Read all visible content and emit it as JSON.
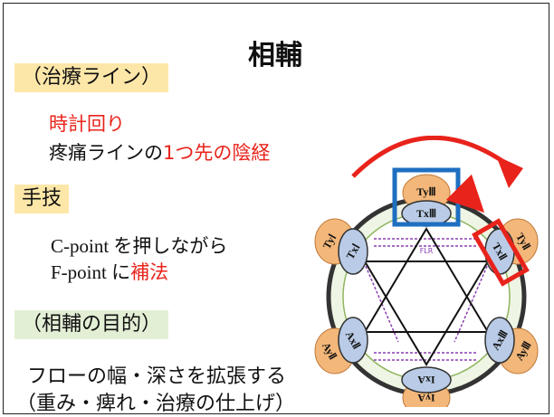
{
  "title": "相輔",
  "section1": {
    "heading": "（治療ライン）",
    "line1": "時計回り",
    "line2_pre": "疼痛ラインの",
    "line2_red": "1つ先の陰経"
  },
  "section2": {
    "heading": "手技",
    "line1": "C-point を押しながら",
    "line2_pre": "F-point に",
    "line2_red": "補法"
  },
  "section3": {
    "heading": "（相輔の目的）",
    "line1": "フローの幅・深さを拡張する",
    "line2": "（重み・痺れ・治療の仕上げ）"
  },
  "diagram": {
    "outer_nodes": [
      "TyⅢ",
      "TyⅡ",
      "AyⅢ",
      "IyA",
      "AyⅡ",
      "TyⅠ"
    ],
    "inner_nodes": [
      "TxⅢ",
      "TxⅡ",
      "AxⅢ",
      "IxA",
      "AxⅡ",
      "TxⅠ"
    ],
    "top_label": "FLR",
    "highlight_colors": {
      "blue": "#1e6fc0",
      "red": "#e8231b"
    }
  }
}
